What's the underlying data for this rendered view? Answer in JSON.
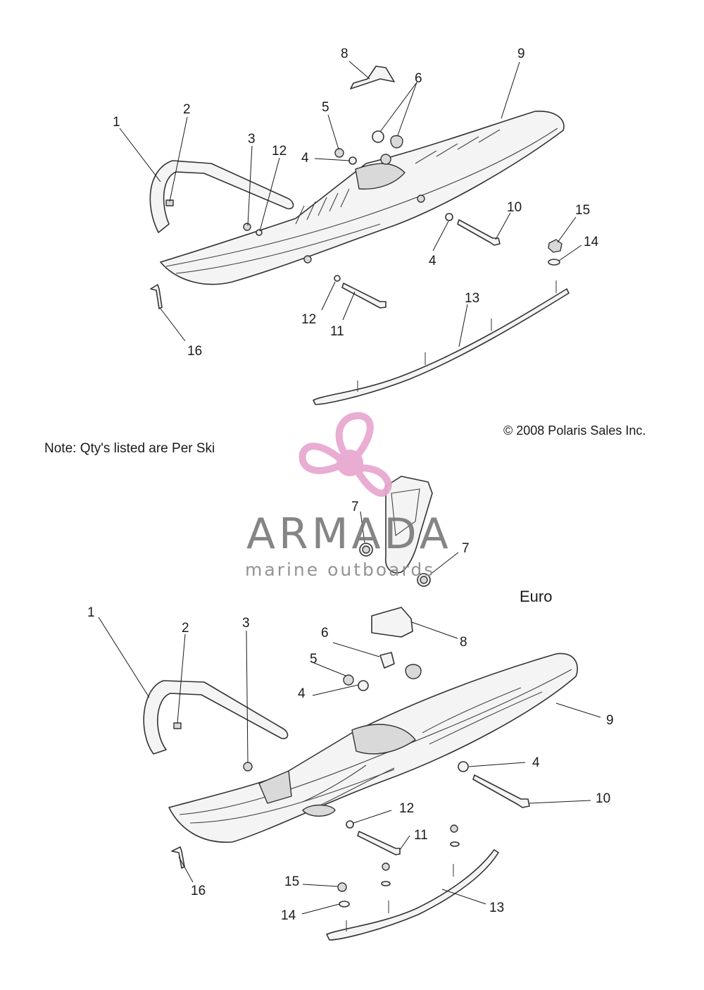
{
  "upper_assembly": {
    "callouts": [
      {
        "id": "u1",
        "label": "1"
      },
      {
        "id": "u2",
        "label": "2"
      },
      {
        "id": "u3",
        "label": "3"
      },
      {
        "id": "u4a",
        "label": "4"
      },
      {
        "id": "u4b",
        "label": "4"
      },
      {
        "id": "u5",
        "label": "5"
      },
      {
        "id": "u6",
        "label": "6"
      },
      {
        "id": "u8",
        "label": "8"
      },
      {
        "id": "u9",
        "label": "9"
      },
      {
        "id": "u10",
        "label": "10"
      },
      {
        "id": "u11",
        "label": "11"
      },
      {
        "id": "u12a",
        "label": "12"
      },
      {
        "id": "u12b",
        "label": "12"
      },
      {
        "id": "u13",
        "label": "13"
      },
      {
        "id": "u14",
        "label": "14"
      },
      {
        "id": "u15",
        "label": "15"
      },
      {
        "id": "u16",
        "label": "16"
      }
    ]
  },
  "note": "Note: Qty's listed are Per Ski",
  "copyright": "© 2008 Polaris Sales Inc.",
  "middle_callouts": [
    {
      "id": "m7a",
      "label": "7"
    },
    {
      "id": "m7b",
      "label": "7"
    }
  ],
  "euro_assembly": {
    "title": "Euro",
    "callouts": [
      {
        "id": "e1",
        "label": "1"
      },
      {
        "id": "e2",
        "label": "2"
      },
      {
        "id": "e3",
        "label": "3"
      },
      {
        "id": "e4a",
        "label": "4"
      },
      {
        "id": "e4b",
        "label": "4"
      },
      {
        "id": "e5",
        "label": "5"
      },
      {
        "id": "e6",
        "label": "6"
      },
      {
        "id": "e8",
        "label": "8"
      },
      {
        "id": "e9",
        "label": "9"
      },
      {
        "id": "e10",
        "label": "10"
      },
      {
        "id": "e11",
        "label": "11"
      },
      {
        "id": "e12",
        "label": "12"
      },
      {
        "id": "e13",
        "label": "13"
      },
      {
        "id": "e14",
        "label": "14"
      },
      {
        "id": "e15",
        "label": "15"
      },
      {
        "id": "e16",
        "label": "16"
      }
    ]
  },
  "watermark": {
    "brand": "ARMADA",
    "tagline": "marine outboards",
    "logo_icon": "propeller-icon",
    "color": "#e8a6cf"
  }
}
